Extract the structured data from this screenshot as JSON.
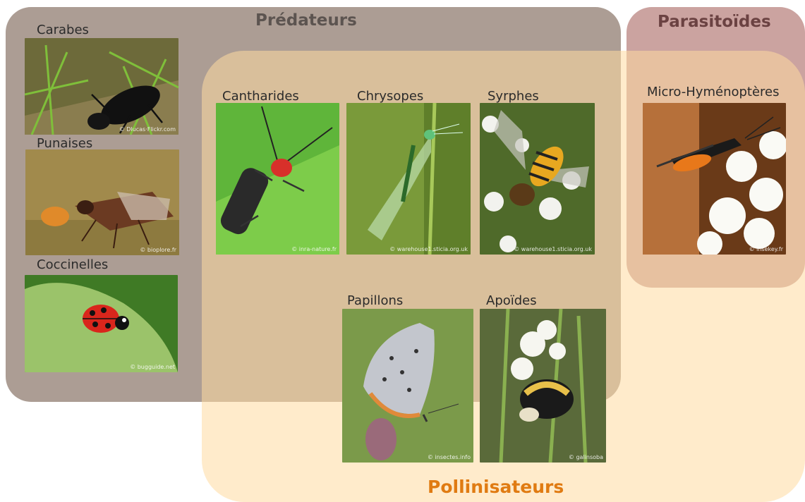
{
  "groups": {
    "predateurs": "Prédateurs",
    "parasitoides": "Parasitoïdes",
    "pollinisateurs": "Pollinisateurs"
  },
  "insects": {
    "carabes": {
      "label": "Carabes",
      "credit": "© Dlucas·Flickr.com"
    },
    "punaises": {
      "label": "Punaises",
      "credit": "© bioplore.fr"
    },
    "coccinelles": {
      "label": "Coccinelles",
      "credit": "© bugguide.net"
    },
    "cantharides": {
      "label": "Cantharides",
      "credit": "© inra-nature.fr"
    },
    "chrysopes": {
      "label": "Chrysopes",
      "credit": "© warehouse1.sticia.org.uk"
    },
    "syrphes": {
      "label": "Syrphes",
      "credit": "© warehouse1.sticia.org.uk"
    },
    "micro_hymenopteres": {
      "label": "Micro-Hyménoptères",
      "credit": "© insekey.fr"
    },
    "papillons": {
      "label": "Papillons",
      "credit": "© insectes.info"
    },
    "apoides": {
      "label": "Apoïdes",
      "credit": "© galinsoba"
    }
  },
  "colors": {
    "predateurs": "#ac9d94",
    "parasitoides": "#cba3a0",
    "pollinisateurs": "#ffdaa0",
    "pollinisateurs_title": "#e07b12"
  }
}
